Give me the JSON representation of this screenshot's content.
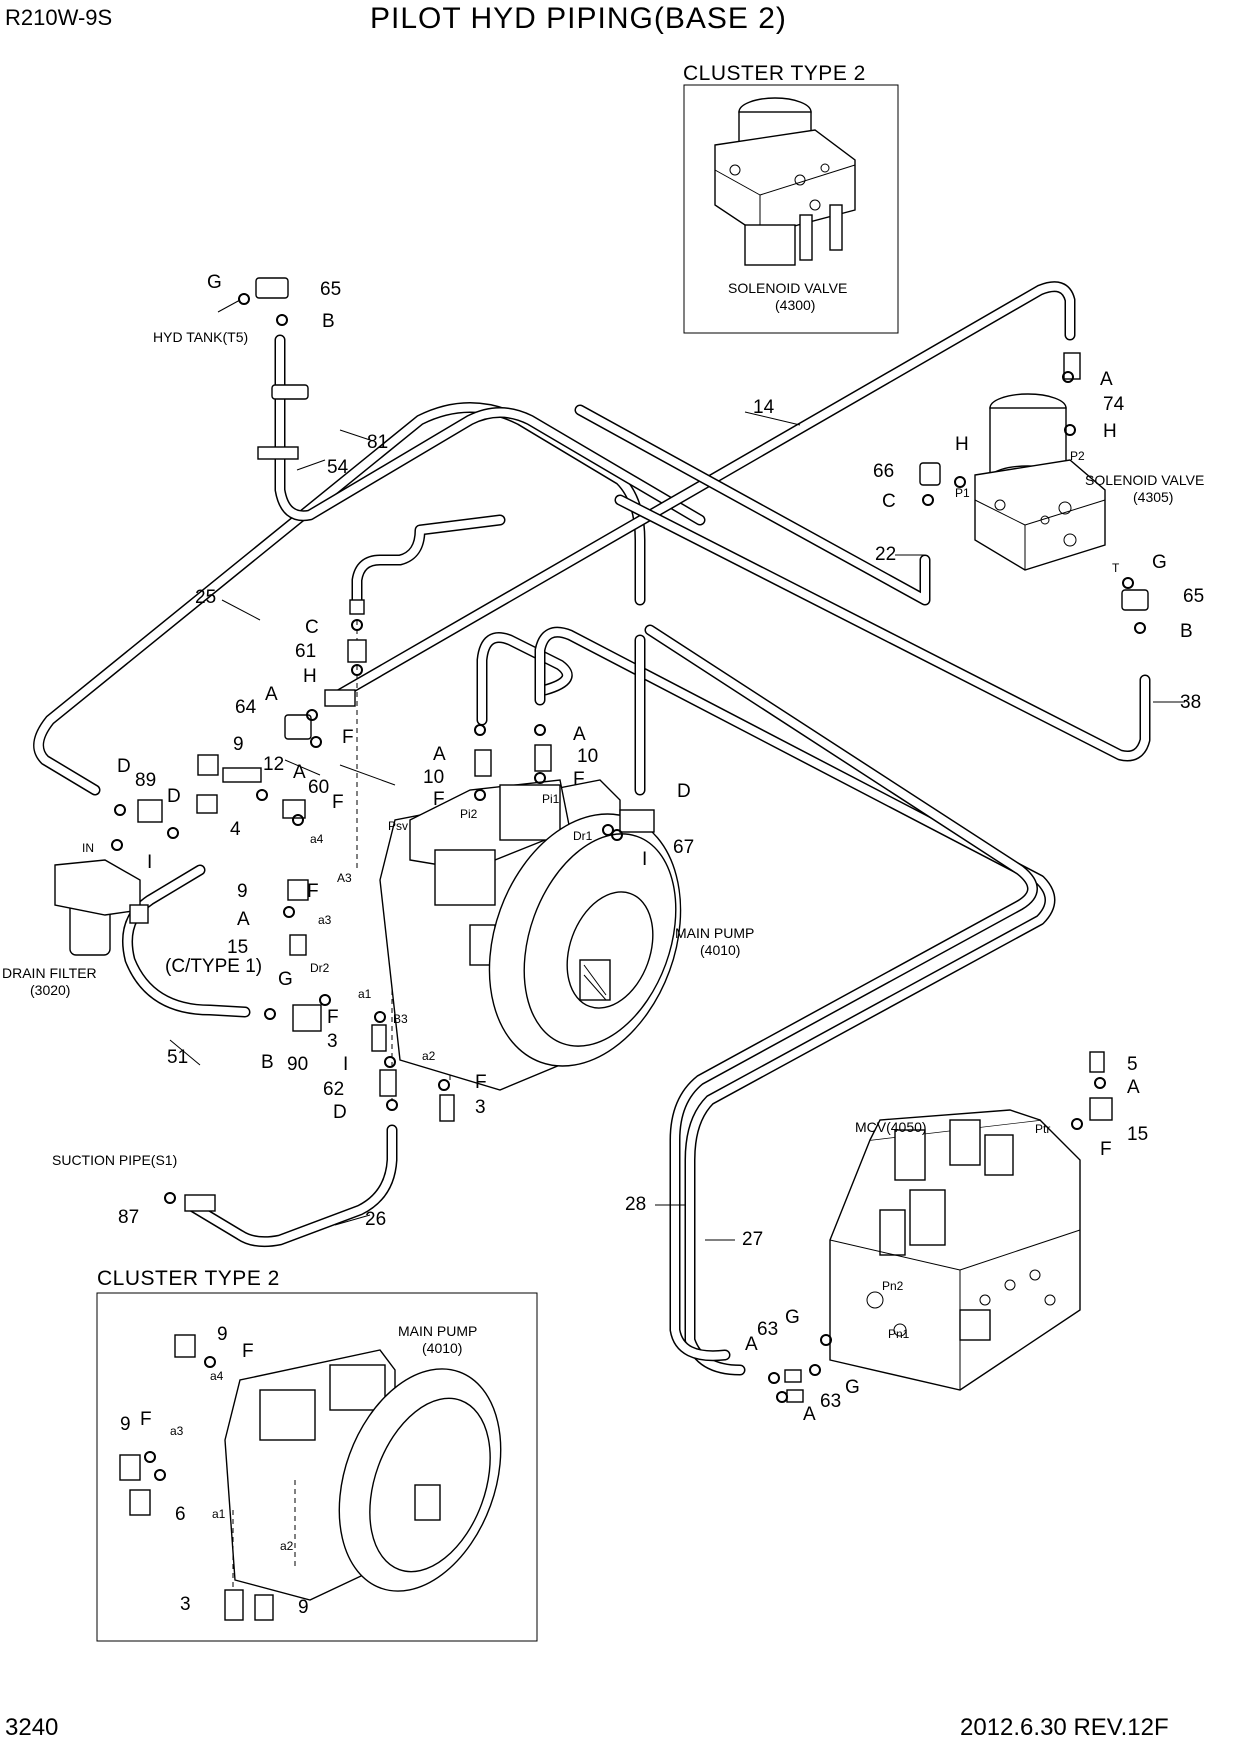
{
  "header": {
    "model": "R210W-9S",
    "title": "PILOT HYD PIPING(BASE 2)"
  },
  "footer": {
    "page": "3240",
    "revision": "2012.6.30  REV.12F"
  },
  "cluster_top": {
    "title": "CLUSTER TYPE 2",
    "caption_name": "SOLENOID VALVE",
    "caption_code": "(4300)"
  },
  "cluster_bottom": {
    "title": "CLUSTER TYPE 2",
    "pump_name": "MAIN PUMP",
    "pump_code": "(4010)"
  },
  "components": {
    "solenoid_name": "SOLENOID VALVE",
    "solenoid_code": "(4305)",
    "pump_name": "MAIN PUMP",
    "pump_code": "(4010)",
    "drain_name": "DRAIN FILTER",
    "drain_code": "(3020)",
    "mcv": "MCV(4050)",
    "hyd_tank": "HYD TANK(T5)",
    "suction": "SUCTION PIPE(S1)",
    "ctype1": "(C/TYPE 1)"
  },
  "ports": {
    "p1": "P1",
    "p2": "P2",
    "t": "T",
    "psv": "Psv",
    "pi1": "Pi1",
    "pi2": "Pi2",
    "dr1": "Dr1",
    "dr2": "Dr2",
    "a3": "A3",
    "a3s": "a3",
    "a4": "a4",
    "a1": "a1",
    "a2": "a2",
    "b3": "B3",
    "in": "IN",
    "ptr": "Ptr",
    "pn1": "Pn1",
    "pn2": "Pn2"
  },
  "callouts": [
    {
      "id": "c-g1",
      "t": "G"
    },
    {
      "id": "c-65a",
      "t": "65"
    },
    {
      "id": "c-b1",
      "t": "B"
    },
    {
      "id": "c-81",
      "t": "81"
    },
    {
      "id": "c-54",
      "t": "54"
    },
    {
      "id": "c-14",
      "t": "14"
    },
    {
      "id": "c-a1",
      "t": "A"
    },
    {
      "id": "c-74",
      "t": "74"
    },
    {
      "id": "c-h1",
      "t": "H"
    },
    {
      "id": "c-h2",
      "t": "H"
    },
    {
      "id": "c-66",
      "t": "66"
    },
    {
      "id": "c-c1",
      "t": "C"
    },
    {
      "id": "c-22",
      "t": "22"
    },
    {
      "id": "c-g2",
      "t": "G"
    },
    {
      "id": "c-65b",
      "t": "65"
    },
    {
      "id": "c-b2",
      "t": "B"
    },
    {
      "id": "c-38",
      "t": "38"
    },
    {
      "id": "c-25",
      "t": "25"
    },
    {
      "id": "c-c2",
      "t": "C"
    },
    {
      "id": "c-61",
      "t": "61"
    },
    {
      "id": "c-h3",
      "t": "H"
    },
    {
      "id": "c-64",
      "t": "64"
    },
    {
      "id": "c-a2",
      "t": "A"
    },
    {
      "id": "c-f1",
      "t": "F"
    },
    {
      "id": "c-9a",
      "t": "9"
    },
    {
      "id": "c-12",
      "t": "12"
    },
    {
      "id": "c-a3",
      "t": "A"
    },
    {
      "id": "c-60",
      "t": "60"
    },
    {
      "id": "c-f2",
      "t": "F"
    },
    {
      "id": "c-d1",
      "t": "D"
    },
    {
      "id": "c-89",
      "t": "89"
    },
    {
      "id": "c-d2",
      "t": "D"
    },
    {
      "id": "c-4",
      "t": "4"
    },
    {
      "id": "c-i1",
      "t": "I"
    },
    {
      "id": "c-a4",
      "t": "A"
    },
    {
      "id": "c-10a",
      "t": "10"
    },
    {
      "id": "c-f3",
      "t": "F"
    },
    {
      "id": "c-a5",
      "t": "A"
    },
    {
      "id": "c-10b",
      "t": "10"
    },
    {
      "id": "c-f4",
      "t": "F"
    },
    {
      "id": "c-d3",
      "t": "D"
    },
    {
      "id": "c-67",
      "t": "67"
    },
    {
      "id": "c-i2",
      "t": "I"
    },
    {
      "id": "c-9b",
      "t": "9"
    },
    {
      "id": "c-f5",
      "t": "F"
    },
    {
      "id": "c-a6",
      "t": "A"
    },
    {
      "id": "c-15a",
      "t": "15"
    },
    {
      "id": "c-g3",
      "t": "G"
    },
    {
      "id": "c-f6",
      "t": "F"
    },
    {
      "id": "c-3a",
      "t": "3"
    },
    {
      "id": "c-i3",
      "t": "I"
    },
    {
      "id": "c-62",
      "t": "62"
    },
    {
      "id": "c-d4",
      "t": "D"
    },
    {
      "id": "c-f7",
      "t": "F"
    },
    {
      "id": "c-3b",
      "t": "3"
    },
    {
      "id": "c-51",
      "t": "51"
    },
    {
      "id": "c-b3",
      "t": "B"
    },
    {
      "id": "c-90",
      "t": "90"
    },
    {
      "id": "c-87",
      "t": "87"
    },
    {
      "id": "c-26",
      "t": "26"
    },
    {
      "id": "c-28",
      "t": "28"
    },
    {
      "id": "c-27",
      "t": "27"
    },
    {
      "id": "c-5",
      "t": "5"
    },
    {
      "id": "c-a7",
      "t": "A"
    },
    {
      "id": "c-15b",
      "t": "15"
    },
    {
      "id": "c-f8",
      "t": "F"
    },
    {
      "id": "c-63a",
      "t": "63"
    },
    {
      "id": "c-g4",
      "t": "G"
    },
    {
      "id": "c-a8",
      "t": "A"
    },
    {
      "id": "c-63b",
      "t": "63"
    },
    {
      "id": "c-g5",
      "t": "G"
    },
    {
      "id": "c-a9",
      "t": "A"
    },
    {
      "id": "c-9c",
      "t": "9"
    },
    {
      "id": "c-f9",
      "t": "F"
    },
    {
      "id": "c-9d",
      "t": "9"
    },
    {
      "id": "c-f10",
      "t": "F"
    },
    {
      "id": "c-6",
      "t": "6"
    },
    {
      "id": "c-3c",
      "t": "3"
    },
    {
      "id": "c-9e",
      "t": "9"
    }
  ]
}
